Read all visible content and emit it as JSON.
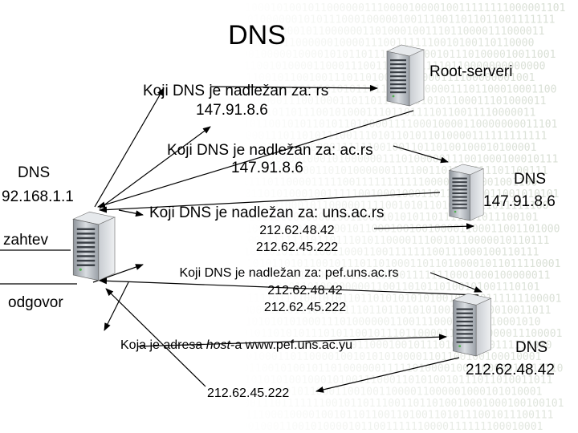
{
  "title": "DNS",
  "nodes": {
    "root": {
      "label": "Root-serveri"
    },
    "local": {
      "label": "DNS",
      "address": "92.168.1.1"
    },
    "rs": {
      "label": "DNS",
      "address": "147.91.8.6"
    },
    "ac": {
      "label": "DNS",
      "address": "212.62.48.42"
    }
  },
  "side_labels": {
    "request": "zahtev",
    "response": "odgovor"
  },
  "queries": {
    "q1": {
      "question": "Koji DNS je nadležan za: rs",
      "answer": "147.91.8.6"
    },
    "q2": {
      "question": "Koji DNS je nadležan za: ac.rs",
      "answer": "147.91.8.6"
    },
    "q3": {
      "question": "Koji DNS je nadležan za: uns.ac.rs",
      "answer_1": "212.62.48.42",
      "answer_2": "212.62.45.222"
    },
    "q4": {
      "question": "Koji DNS je nadležan za: pef.uns.ac.rs",
      "answer_1": "212.62.48.42",
      "answer_2": "212.62.45.222"
    },
    "q5": {
      "question_prefix": "Koja je adresa ",
      "question_emphasis": "host",
      "question_suffix": "-a www.pef.uns.ac.yu",
      "answer": "212.62.45.222"
    }
  },
  "colors": {
    "background_digits": "#d6ddd2",
    "background_accent": "#3c6a3a",
    "arrows": "#000000",
    "server_body": "#c9cdd2"
  }
}
